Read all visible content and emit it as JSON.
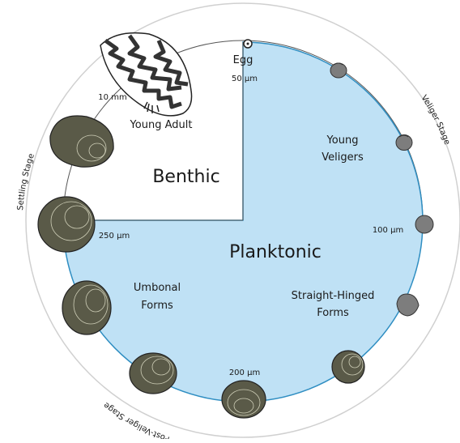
{
  "zones": {
    "benthic": "Benthic",
    "planktonic": "Planktonic"
  },
  "stage_labels": {
    "veliger": "Veliger Stage",
    "post_veliger": "Post-Veliger Stage",
    "settling": "Settling Stage"
  },
  "forms": {
    "egg": "Egg",
    "young_veligers_line1": "Young",
    "young_veligers_line2": "Veligers",
    "straight_hinged_line1": "Straight-Hinged",
    "straight_hinged_line2": "Forms",
    "umbonal_line1": "Umbonal",
    "umbonal_line2": "Forms",
    "young_adult": "Young Adult"
  },
  "sizes": {
    "s50": "50 µm",
    "s100": "100 µm",
    "s200": "200 µm",
    "s250": "250 µm",
    "s10mm": "10 mm"
  },
  "colors": {
    "planktonic_fill": "#bfe1f5",
    "planktonic_stroke": "#2f8ec2",
    "shell_dark": "#5a5a48",
    "shell_light": "#7a7a66",
    "veliger_grey": "#7d7d7d"
  }
}
